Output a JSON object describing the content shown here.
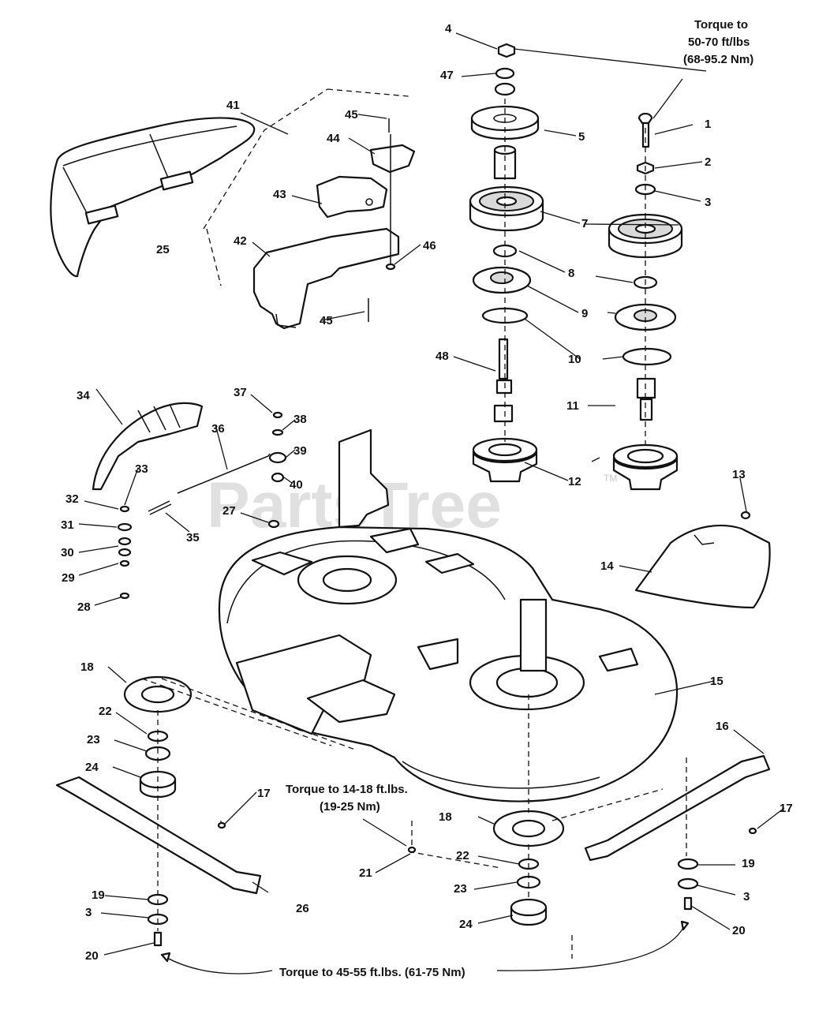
{
  "watermark": {
    "text": "PartsTree",
    "trademark": "TM"
  },
  "notes": {
    "torque_top_l1": "Torque to",
    "torque_top_l2": "50-70 ft/lbs",
    "torque_top_l3": "(68-95.2 Nm)",
    "torque_mid_l1": "Torque to 14-18 ft.lbs.",
    "torque_mid_l2": "(19-25 Nm)",
    "torque_bottom": "Torque to 45-55 ft.lbs. (61-75 Nm)"
  },
  "callouts": {
    "c1": "1",
    "c2": "2",
    "c3a": "3",
    "c3b": "3",
    "c3c": "3",
    "c4": "4",
    "c5": "5",
    "c7a": "7",
    "c7b": "7",
    "c8a": "8",
    "c9": "9",
    "c10": "10",
    "c11": "11",
    "c12": "12",
    "c13": "13",
    "c14": "14",
    "c15": "15",
    "c16": "16",
    "c17a": "17",
    "c17b": "17",
    "c18a": "18",
    "c18b": "18",
    "c19a": "19",
    "c19b": "19",
    "c20a": "20",
    "c20b": "20",
    "c21": "21",
    "c22a": "22",
    "c22b": "22",
    "c23a": "23",
    "c23b": "23",
    "c24a": "24",
    "c24b": "24",
    "c25": "25",
    "c26": "26",
    "c27": "27",
    "c28": "28",
    "c29": "29",
    "c30": "30",
    "c31": "31",
    "c32": "32",
    "c33": "33",
    "c34": "34",
    "c35": "35",
    "c36": "36",
    "c37": "37",
    "c38": "38",
    "c39": "39",
    "c40": "40",
    "c41": "41",
    "c42": "42",
    "c43": "43",
    "c44": "44",
    "c45a": "45",
    "c45b": "45",
    "c46": "46",
    "c47": "47",
    "c48": "48"
  }
}
